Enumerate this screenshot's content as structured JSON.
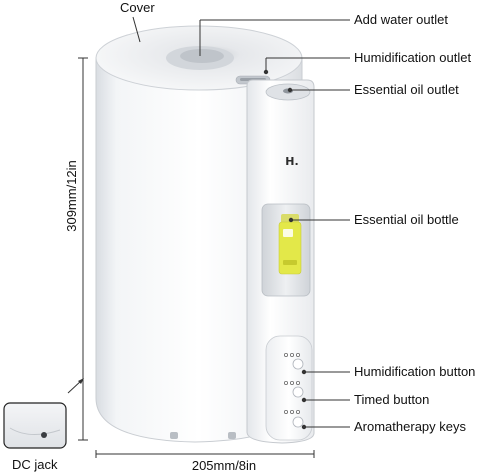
{
  "labels": {
    "cover": "Cover",
    "add_water_outlet": "Add water outlet",
    "humidification_outlet": "Humidification outlet",
    "essential_oil_outlet": "Essential oil outlet",
    "essential_oil_bottle": "Essential oil bottle",
    "humidification_button": "Humidification button",
    "timed_button": "Timed button",
    "aromatherapy_keys": "Aromatherapy keys",
    "dc_jack": "DC jack"
  },
  "dimensions": {
    "height": "309mm/12in",
    "width": "205mm/8in"
  },
  "brand_mark": "H."
}
